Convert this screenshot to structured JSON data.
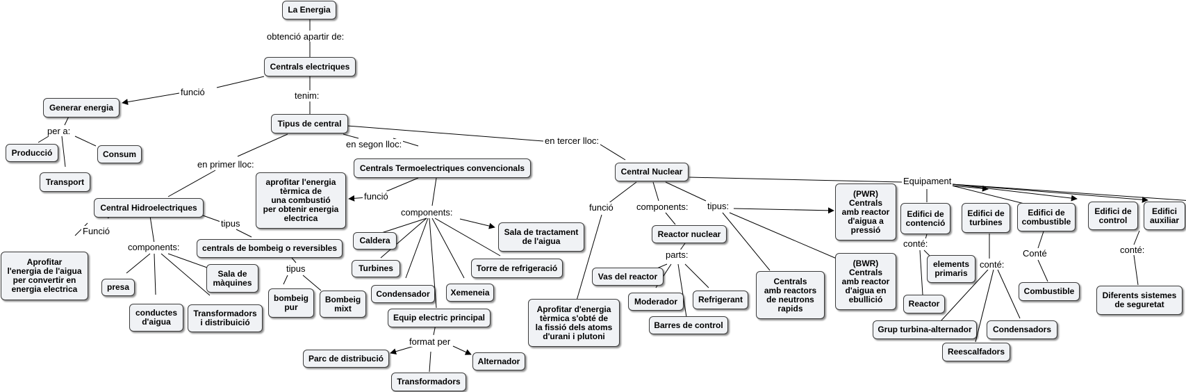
{
  "nodes": {
    "la_energia": "La Energia",
    "centrals_electriques": "Centrals electriques",
    "generar_energia": "Generar energia",
    "produccio": "Producció",
    "transport": "Transport",
    "consum": "Consum",
    "tipus_de_central": "Tipus de central",
    "central_hidroelectriques": "Central Hidroelectriques",
    "aprofitar_aigua": "Aprofitar\nl'energia de l'aigua\nper convertir en\nenergia electrica",
    "presa": "presa",
    "conductes_aigua": "conductes\nd'aigua",
    "transformadors_distribuicio": "Transformadors\ni distribuició",
    "sala_maquines": "Sala de\nmàquines",
    "centrals_bombeig": "centrals de bombeig o reversibles",
    "bombeig_pur": "bombeig\npur",
    "bombeig_mixt": "Bombeig\nmixt",
    "centrals_termo": "Centrals Termoelectriques convencionals",
    "aprofitar_combustio": "aprofitar l'energia\ntèrmica de\nuna combustió\nper obtenir energia\nelectrica",
    "caldera": "Caldera",
    "turbines": "Turbines",
    "condensador": "Condensador",
    "xemeneia": "Xemeneia",
    "torre_refrigeracio": "Torre de refrigeració",
    "sala_tractament": "Sala de tractament\nde l'aigua",
    "equip_electric": "Equip electric principal",
    "parc_distribucio": "Parc de distribució",
    "transformadors": "Transformadors",
    "alternador": "Alternador",
    "central_nuclear": "Central Nuclear",
    "aprofitar_fissio": "Aprofitar d'energia\ntèrmica s'obté de\nla fissió dels atoms\nd'urani i plutoni",
    "reactor_nuclear": "Reactor nuclear",
    "vas_reactor": "Vas del reactor",
    "moderador": "Moderador",
    "refrigerant": "Refrigerant",
    "barres_control": "Barres de control",
    "neutrons_rapids": "Centrals\namb reactors\nde neutrons\nrapids",
    "pwr": "(PWR)\nCentrals\namb reactor\nd'aigua a\npressió",
    "bwr": "(BWR)\nCentrals\namb reactor\nd'aigua en\nebullició",
    "edifici_contencio": "Edifici de\ncontenció",
    "elements_primaris": "elements\nprimaris",
    "reactor": "Reactor",
    "edifici_turbines": "Edifici de\nturbines",
    "grup_turbina": "Grup turbina-alternador",
    "reescalfadors": "Reescalfadors",
    "condensadors": "Condensadors",
    "edifici_combustible": "Edifici de\ncombustible",
    "combustible": "Combustible",
    "edifici_control": "Edifici de\ncontrol",
    "edifici_auxiliar": "Edifici\nauxiliar",
    "sistemes_seguretat": "Diferents sistemes\nde seguretat"
  },
  "labels": {
    "obtencio": "obtenció apartir de:",
    "funcio_1": "funció",
    "tenim": "tenim:",
    "per_a": "per a:",
    "en_primer_lloc": "en primer lloc:",
    "en_segon_lloc": "en segon lloc:",
    "en_tercer_lloc": "en tercer lloc:",
    "funcio_hidro": "Funció",
    "components_hidro": "components:",
    "tipus_hidro": "tipus",
    "tipus_bombeig": "tipus",
    "funcio_termo": "funció",
    "components_termo": "components:",
    "format_per": "format per",
    "funcio_nuclear": "funció",
    "components_nuclear": "components:",
    "tipus_nuclear": "tipus:",
    "parts": "parts:",
    "equipament": "Equipament",
    "conte_1": "conté:",
    "conte_2": "conté:",
    "conte_3": "Conté",
    "conte_4": "conté:"
  }
}
